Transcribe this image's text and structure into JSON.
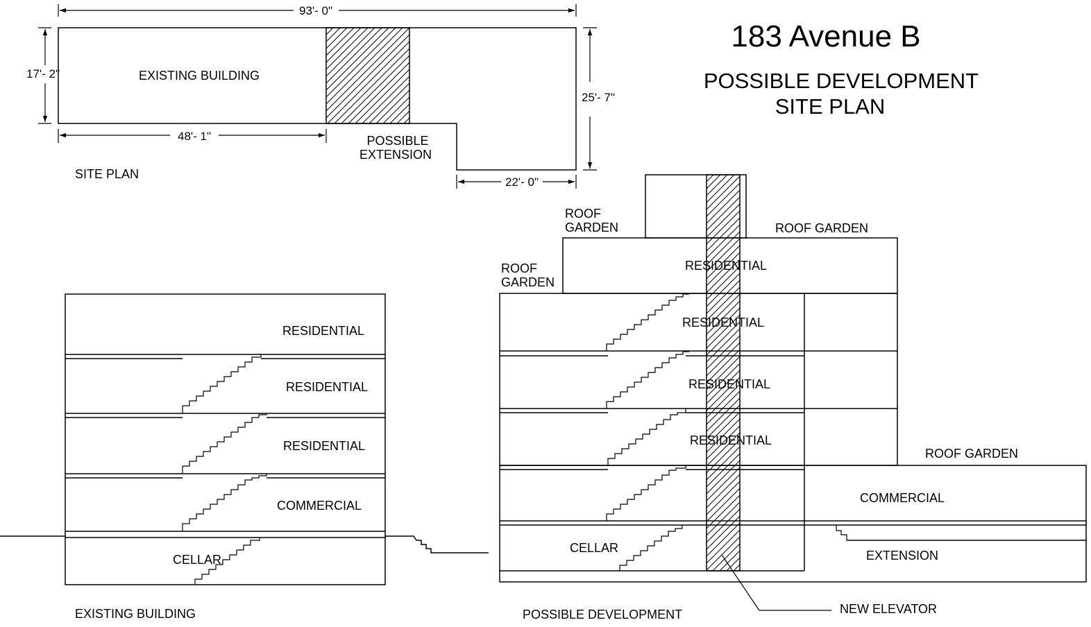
{
  "title": {
    "address": "183 Avenue B",
    "line1": "POSSIBLE DEVELOPMENT",
    "line2": "SITE PLAN"
  },
  "site_plan": {
    "label": "SITE PLAN",
    "existing_building": "EXISTING BUILDING",
    "extension_line1": "POSSIBLE",
    "extension_line2": "EXTENSION",
    "dim_total_length": "93'- 0\"",
    "dim_left_width": "17'- 2\"",
    "dim_right_width": "25'- 7\"",
    "dim_building_length": "48'- 1\"",
    "dim_rear_length": "22'- 0\""
  },
  "existing_section": {
    "caption": "EXISTING BUILDING",
    "floors": [
      "RESIDENTIAL",
      "RESIDENTIAL",
      "RESIDENTIAL",
      "COMMERCIAL",
      "CELLAR"
    ]
  },
  "development_section": {
    "caption": "POSSIBLE DEVELOPMENT",
    "roof_garden_upper_left": [
      "ROOF",
      "GARDEN"
    ],
    "roof_garden_left": [
      "ROOF",
      "GARDEN"
    ],
    "roof_garden_upper_right": "ROOF GARDEN",
    "roof_garden_right": "ROOF GARDEN",
    "floors": [
      "RESIDENTIAL",
      "RESIDENTIAL",
      "RESIDENTIAL",
      "RESIDENTIAL"
    ],
    "commercial": "COMMERCIAL",
    "extension": "EXTENSION",
    "cellar": "CELLAR",
    "new_elevator": "NEW ELEVATOR"
  }
}
